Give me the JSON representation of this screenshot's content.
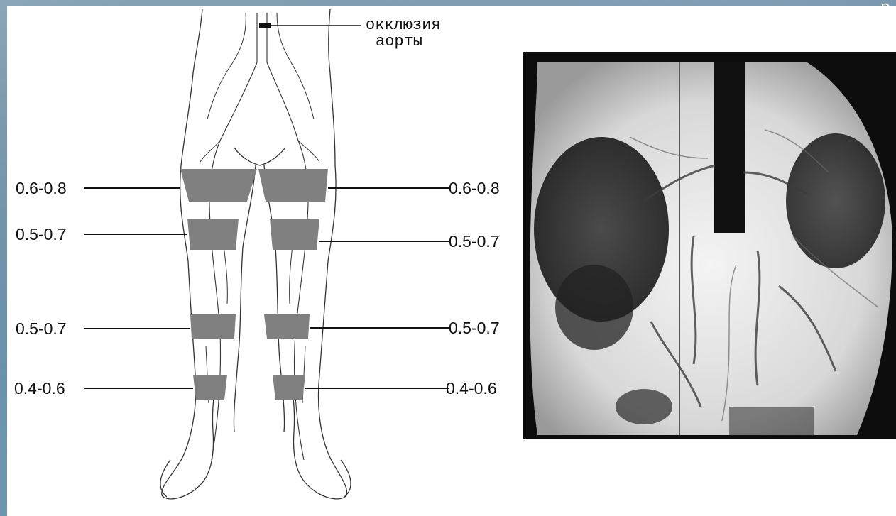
{
  "diagram": {
    "annotation": {
      "line1": "окклюзия",
      "line2": "аорты"
    },
    "left_labels": [
      "0.6-0.8",
      "0.5-0.7",
      "0.5-0.7",
      "0.4-0.6"
    ],
    "right_labels": [
      "0.6-0.8",
      "0.5-0.7",
      "0.5-0.7",
      "0.4-0.6"
    ],
    "band_color": "#808080"
  },
  "xray_image": {
    "icon": "angiogram-image"
  },
  "corner_text": "р"
}
